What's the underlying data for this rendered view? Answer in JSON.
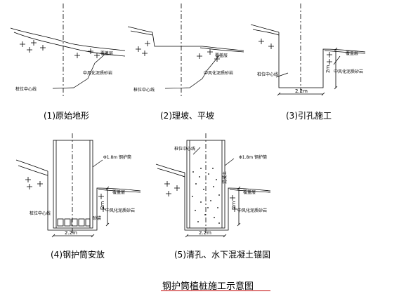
{
  "title": "钢护筒植桩施工示意图",
  "title_underline_color": "#c00000",
  "steps": [
    {
      "caption": "(1)原始地形",
      "labels": {
        "soil": "覆盖层",
        "rock": "中风化泥质砂岩",
        "centerline": "桩位中心线"
      }
    },
    {
      "caption": "(2)理坡、平坡",
      "labels": {
        "soil": "覆盖层",
        "rock": "中风化泥质砂岩",
        "centerline": "桩位中心线"
      }
    },
    {
      "caption": "(3)引孔施工",
      "labels": {
        "soil": "覆盖层",
        "rock": "中风化泥质砂岩",
        "centerline": "桩位中心线",
        "width": "2.2m",
        "depth": "2m"
      }
    },
    {
      "caption": "(4)钢护筒安放",
      "labels": {
        "soil": "覆盖层",
        "rock": "中风化泥质砂岩",
        "centerline": "桩位中心线",
        "casing": "Φ1.8m 钢护筒",
        "width": "2.2m",
        "depth": "2m",
        "sandbag": "砂袋"
      }
    },
    {
      "caption": "(5)清孔、水下混凝土锚固",
      "labels": {
        "soil": "覆盖层",
        "rock": "中风化泥质砂岩",
        "centerline": "桩位中心线",
        "casing": "Φ1.8m 钢护筒",
        "width": "2.2m",
        "depth": "2m",
        "concrete": "混凝土"
      }
    }
  ]
}
